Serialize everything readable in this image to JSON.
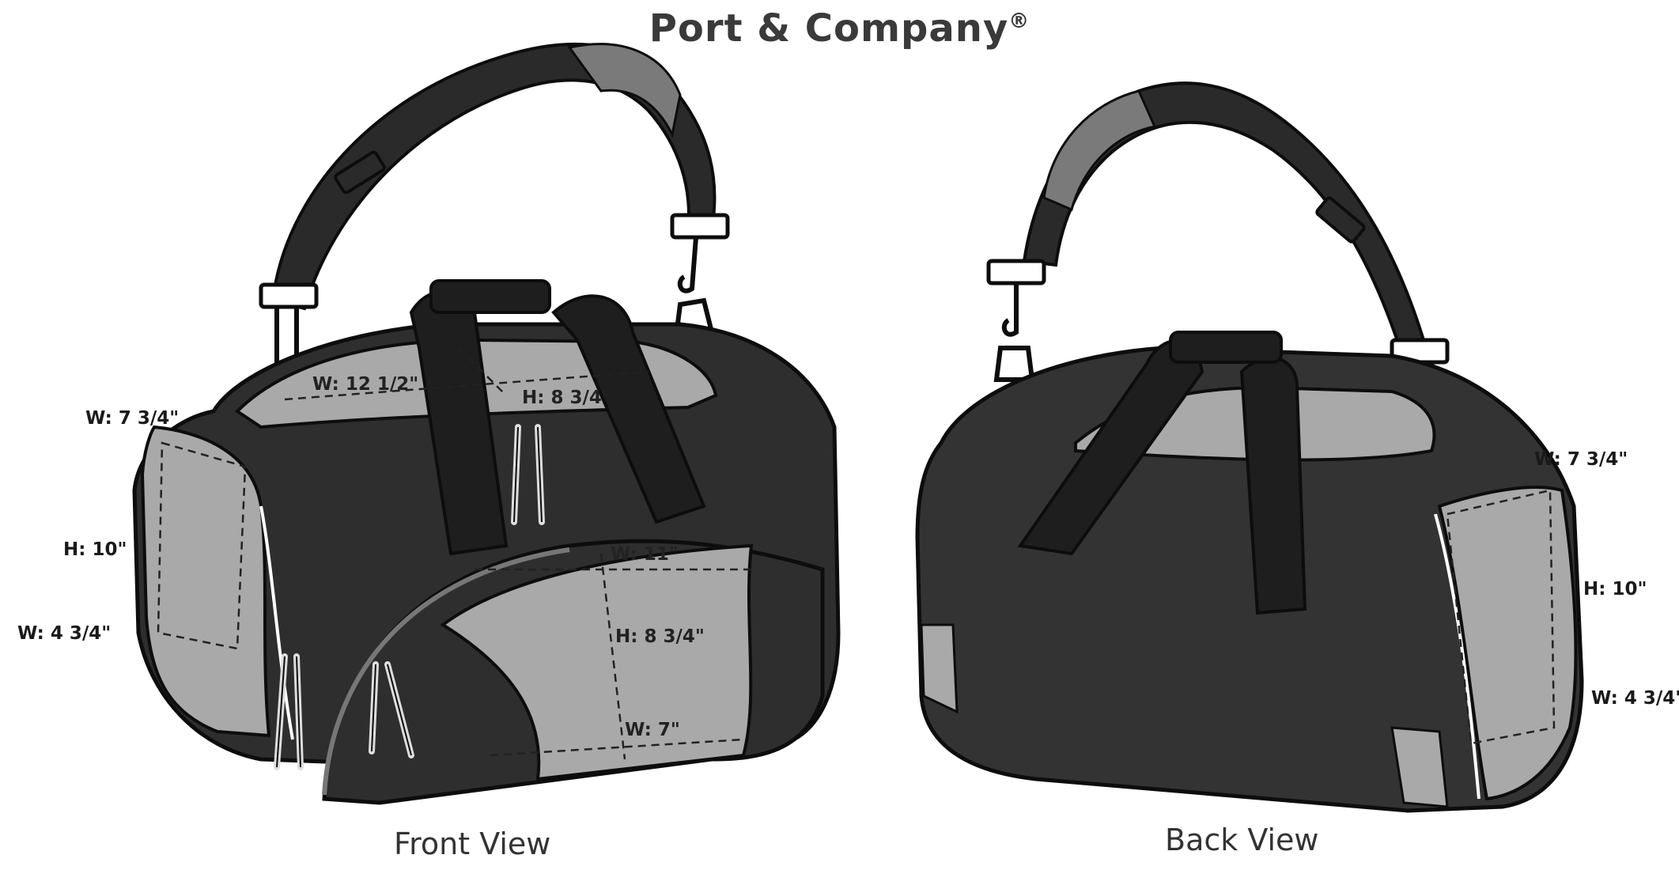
{
  "title": "Port & Company",
  "title_mark": "®",
  "front_view": {
    "label": "Front View",
    "dimensions": {
      "top_width": "W: 12 1/2\"",
      "top_height": "H: 8 3/4\"",
      "end_top_width": "W: 7 3/4\"",
      "end_height": "H: 10\"",
      "end_bottom_width": "W: 4 3/4\"",
      "pocket_top_width": "W: 11\"",
      "pocket_height": "H: 8 3/4\"",
      "pocket_bottom_width": "W: 7\""
    }
  },
  "back_view": {
    "label": "Back View",
    "dimensions": {
      "end_top_width": "W: 7 3/4\"",
      "end_height": "H: 10\"",
      "end_bottom_width": "W: 4 3/4\""
    }
  },
  "colors": {
    "bag_body": "#2e2e2e",
    "panel_grey": "#a9a9a9",
    "outline": "#0d0d0d",
    "title": "#3a3a3a"
  }
}
